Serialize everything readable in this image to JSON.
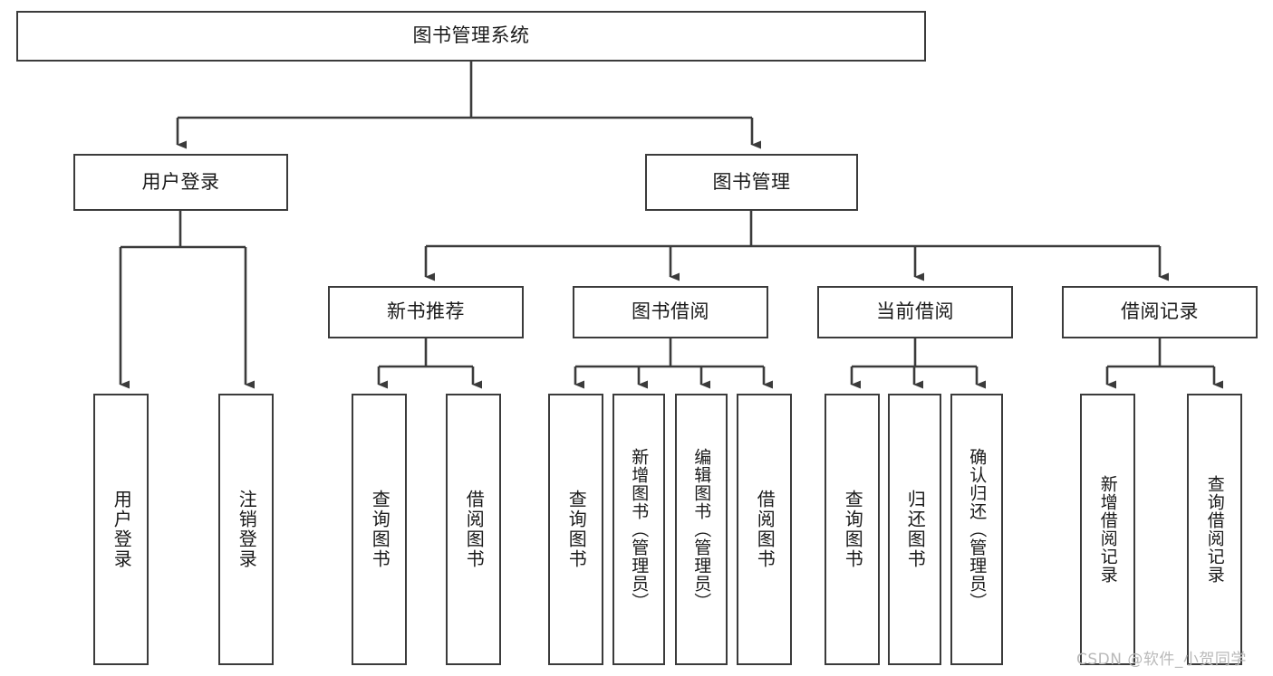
{
  "diagram": {
    "title": "图书管理系统",
    "type": "tree-structure-chart",
    "watermark": "CSDN @软件_小贺同学",
    "colors": {
      "stroke": "#3b3b3b",
      "text": "#1a1a1a",
      "background": "#ffffff",
      "watermark": "#b9b9b9"
    }
  },
  "nodes": {
    "root": {
      "label": "图书管理系统"
    },
    "level2": [
      {
        "id": "user-login",
        "label": "用户登录"
      },
      {
        "id": "book-management",
        "label": "图书管理"
      }
    ],
    "level3": [
      {
        "id": "new-book-recommend",
        "label": "新书推荐"
      },
      {
        "id": "book-borrow",
        "label": "图书借阅"
      },
      {
        "id": "current-borrow",
        "label": "当前借阅"
      },
      {
        "id": "borrow-record",
        "label": "借阅记录"
      }
    ],
    "leaves": {
      "user_login": [
        {
          "id": "leaf-user-login",
          "label": "用户登录"
        },
        {
          "id": "leaf-logout-login",
          "label": "注销登录"
        }
      ],
      "new_book_recommend": [
        {
          "id": "leaf-query-book-1",
          "label": "查询图书"
        },
        {
          "id": "leaf-borrow-book-1",
          "label": "借阅图书"
        }
      ],
      "book_borrow": [
        {
          "id": "leaf-query-book-2",
          "label": "查询图书"
        },
        {
          "id": "leaf-add-book",
          "label": "新增图书（管理员）"
        },
        {
          "id": "leaf-edit-book",
          "label": "编辑图书（管理员）"
        },
        {
          "id": "leaf-borrow-book-2",
          "label": "借阅图书"
        }
      ],
      "current_borrow": [
        {
          "id": "leaf-query-book-3",
          "label": "查询图书"
        },
        {
          "id": "leaf-return-book",
          "label": "归还图书"
        },
        {
          "id": "leaf-confirm-return",
          "label": "确认归还（管理员）"
        }
      ],
      "borrow_record": [
        {
          "id": "leaf-add-record",
          "label": "新增借阅记录"
        },
        {
          "id": "leaf-query-record",
          "label": "查询借阅记录"
        }
      ]
    }
  }
}
